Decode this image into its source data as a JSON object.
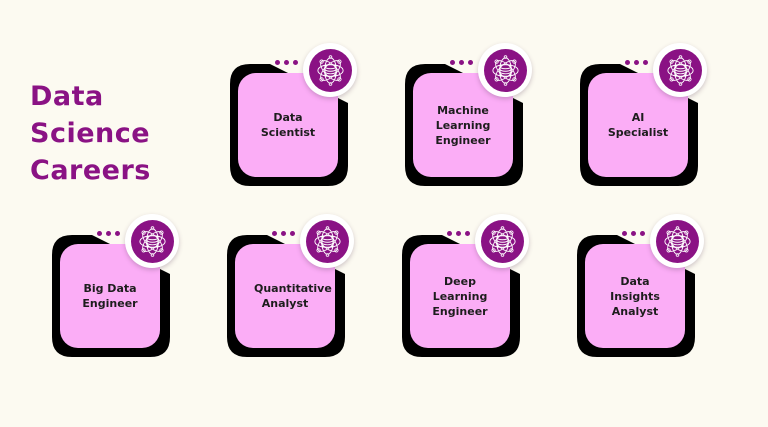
{
  "title": {
    "line1": "Data",
    "line2": "Science",
    "line3": "Careers"
  },
  "cards": [
    {
      "label": "Data Scientist"
    },
    {
      "label": "Machine Learning Engineer"
    },
    {
      "label": "AI Specialist"
    },
    {
      "label": "Big Data Engineer"
    },
    {
      "label": "Quantitative Analyst"
    },
    {
      "label": "Deep Learning Engineer"
    },
    {
      "label": "Data Insights Analyst"
    }
  ],
  "icons": {
    "badge": "atom-database-icon",
    "decoration": "three-dots"
  },
  "colors": {
    "background": "#FCFAF1",
    "accent_purple": "#8A1284",
    "card_pink": "#FBADF6",
    "label_text": "#1D1D1D",
    "badge_ring": "#FFFFFF"
  }
}
